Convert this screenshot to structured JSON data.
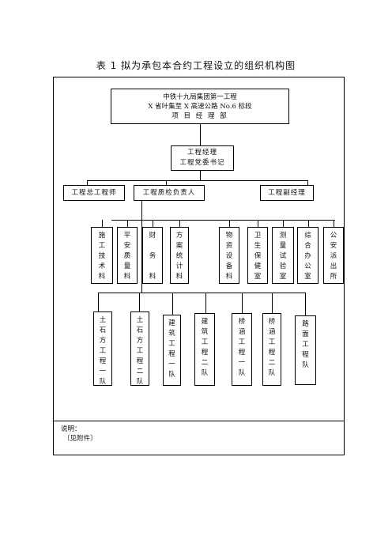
{
  "title": "表 1 拟为承包本合约工程设立的组织机构图",
  "hq": {
    "line1": "中铁十九局集团第一工程",
    "line2": "X 省叶集至 X 高速公路 No.6 标段",
    "line3": "项  目  经  理  部"
  },
  "manager": {
    "line1": "工程经理",
    "line2": "工程党委书记"
  },
  "deputies": [
    "工程总工程师",
    "工程质检负责人",
    "工程副经理"
  ],
  "departments": [
    [
      "施",
      "工",
      "技",
      "术",
      "科"
    ],
    [
      "平",
      "安",
      "质",
      "量",
      "科"
    ],
    [
      "财",
      "",
      "务",
      "",
      "科"
    ],
    [
      "方",
      "案",
      "统",
      "计",
      "科"
    ],
    [
      "物",
      "资",
      "设",
      "备",
      "科"
    ],
    [
      "卫",
      "生",
      "保",
      "健",
      "室"
    ],
    [
      "测",
      "量",
      "试",
      "验",
      "室"
    ],
    [
      "综",
      "合",
      "办",
      "公",
      "室"
    ],
    [
      "公",
      "安",
      "派",
      "出",
      "所"
    ]
  ],
  "teams": [
    [
      "土",
      "石",
      "方",
      "工",
      "程",
      "一",
      "队"
    ],
    [
      "土",
      "石",
      "方",
      "工",
      "程",
      "二",
      "队"
    ],
    [
      "建",
      "筑",
      "工",
      "程",
      "一",
      "队"
    ],
    [
      "建",
      "筑",
      "工",
      "程",
      "二",
      "队"
    ],
    [
      "桥",
      "涵",
      "工",
      "程",
      "一",
      "队"
    ],
    [
      "桥",
      "涵",
      "工",
      "程",
      "二",
      "队"
    ],
    [
      "路",
      "面",
      "工",
      "程",
      "队"
    ]
  ],
  "notes": {
    "label": "说明：",
    "text": "〔见附件〕"
  }
}
